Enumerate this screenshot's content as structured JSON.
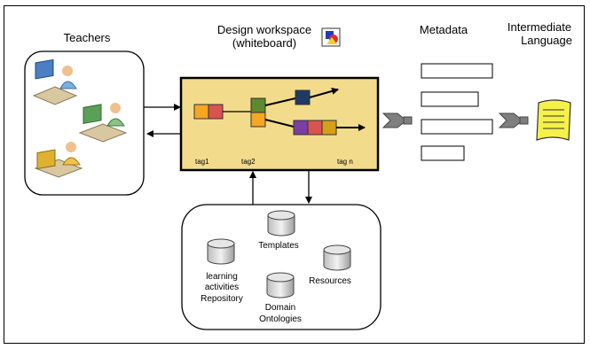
{
  "headings": {
    "teachers": "Teachers",
    "workspace_line1": "Design workspace",
    "workspace_line2": "(whiteboard)",
    "metadata": "Metadata",
    "intermediate_line1": "Intermediate",
    "intermediate_line2": "Language"
  },
  "whiteboard": {
    "tags": [
      "tag1",
      "tag2",
      "tag n"
    ]
  },
  "repository": {
    "templates": "Templates",
    "resources": "Resources",
    "learning_line1": "learning",
    "learning_line2": "activities",
    "learning_line3": "Repository",
    "domain_line1": "Domain",
    "domain_line2": "Ontologies"
  },
  "colors": {
    "whiteboard_fill": "#f2dc8c",
    "block_orange": "#f5a623",
    "block_red": "#d9534f",
    "block_green": "#5d8a2e",
    "block_navy": "#1f3b63",
    "block_purple": "#7a3fa0",
    "block_gold": "#d4a017",
    "chevron_gray": "#7f7f7f",
    "document_yellow": "#f5f04a"
  }
}
